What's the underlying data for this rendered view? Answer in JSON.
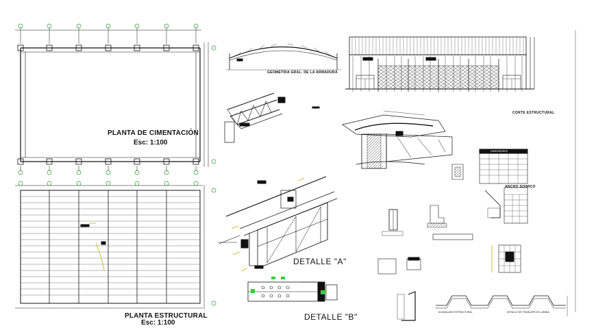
{
  "drawing": {
    "foundation_plan": {
      "title": "PLANTA DE CIMENTACIÓN",
      "scale": "Esc: 1:100"
    },
    "structural_plan": {
      "title": "PLANTA ESTRUCTURAL",
      "scale": "Esc: 1:100"
    },
    "truss_geometry_caption": "GEOMETRIA GRAL. DE LA ARMADURA",
    "cross_section_caption": "CORTE ESTRUCTURAL",
    "detail_a": "DETALLE \"A\"",
    "detail_b": "DETALLE \"B\"",
    "seismic_table_title": "DIMENSIONES",
    "seismic_table_subtitle": "ANCHO SISMICO",
    "sheet_detail_caption": "DETALLE DE TRASLAPE DE LAMINA",
    "sheet_profile_caption": "ACANALADO ESTRUCTURAL"
  }
}
